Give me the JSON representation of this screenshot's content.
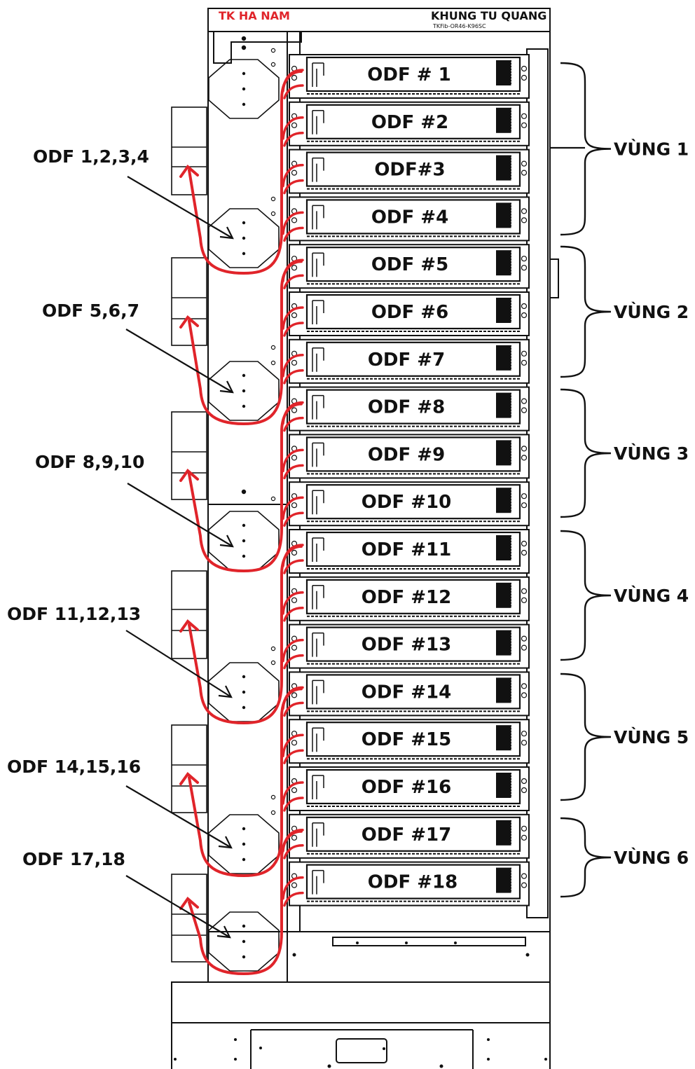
{
  "header": {
    "brand": "TK HA NAM",
    "brand_color": "#e0242a",
    "title": "KHUNG TU QUANG",
    "model": "TKFib-OR46-K96SC"
  },
  "odf_units": [
    "ODF # 1",
    "ODF #2",
    "ODF#3",
    "ODF #4",
    "ODF #5",
    "ODF #6",
    "ODF #7",
    "ODF #8",
    "ODF #9",
    "ODF #10",
    "ODF #11",
    "ODF #12",
    "ODF #13",
    "ODF #14",
    "ODF #15",
    "ODF #16",
    "ODF #17",
    "ODF #18"
  ],
  "groups": [
    "ODF 1,2,3,4",
    "ODF 5,6,7",
    "ODF 8,9,10",
    "ODF 11,12,13",
    "ODF 14,15,16",
    "ODF 17,18"
  ],
  "zones": [
    "VÙNG 1",
    "VÙNG 2",
    "VÙNG 3",
    "VÙNG 4",
    "VÙNG 5",
    "VÙNG 6"
  ],
  "colors": {
    "fiber": "#e0242a",
    "line": "#111111"
  }
}
